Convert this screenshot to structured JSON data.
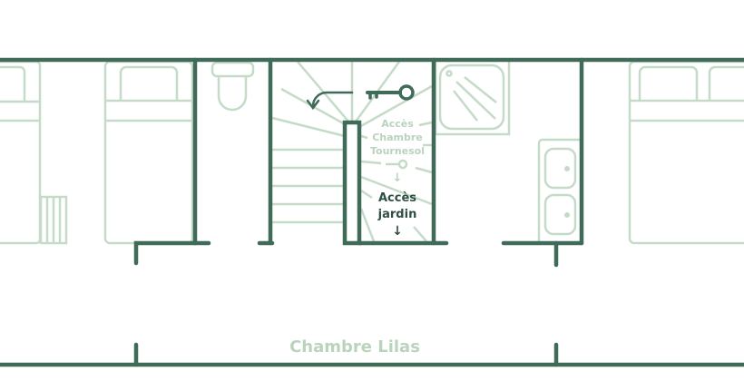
{
  "colors": {
    "wall": "#3f6b58",
    "furniture": "#c5dbc8",
    "label_light": "#b9d3bd",
    "label_dark": "#2f4f42"
  },
  "stairs": {
    "upper_access": [
      "Accès",
      "Chambre",
      "Tournesol"
    ],
    "garden_access": [
      "Accès",
      "jardin"
    ],
    "arrow_down": "↓",
    "icons": [
      "key-icon",
      "curved-arrow-icon",
      "small-key-icon"
    ]
  },
  "rooms": {
    "corridor_label": "Chambre Lilas"
  }
}
